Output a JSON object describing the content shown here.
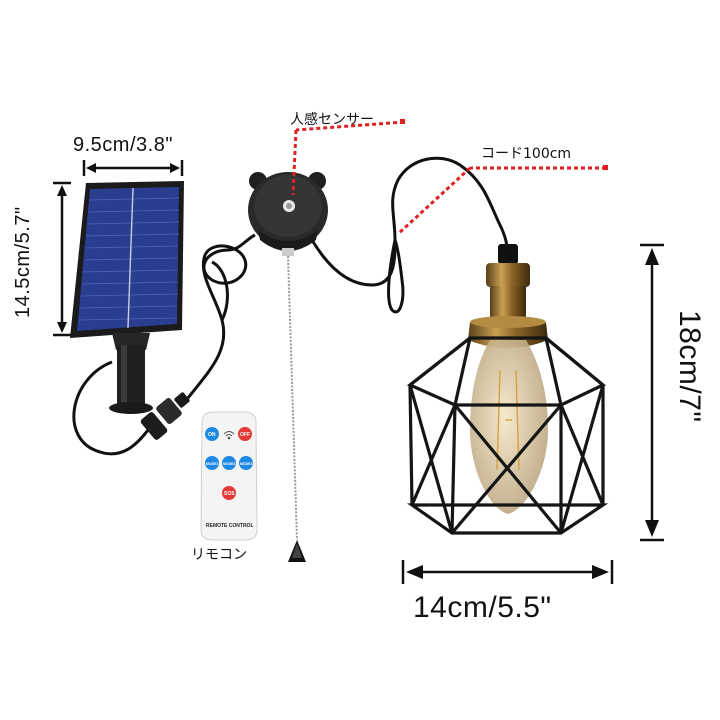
{
  "labels": {
    "panel_width": "9.5cm/3.8\"",
    "panel_height": "14.5cm/5.7\"",
    "sensor": "人感センサー",
    "cord": "コード100cm",
    "lamp_height": "18cm/7\"",
    "lamp_width": "14cm/5.5\"",
    "remote": "リモコン"
  },
  "remote": {
    "on": "ON",
    "off": "OFF",
    "mode1": "MODE1",
    "mode2": "MODE2",
    "mode3": "MODE3",
    "sos": "SOS",
    "caption": "REMOTE CONTROL"
  },
  "colors": {
    "callout_red": "#e02020",
    "panel_blue": "#2a3d8f",
    "brass": "#a77c35",
    "cable": "#111111",
    "remote_blue": "#1e88e5",
    "remote_red": "#e53935"
  }
}
